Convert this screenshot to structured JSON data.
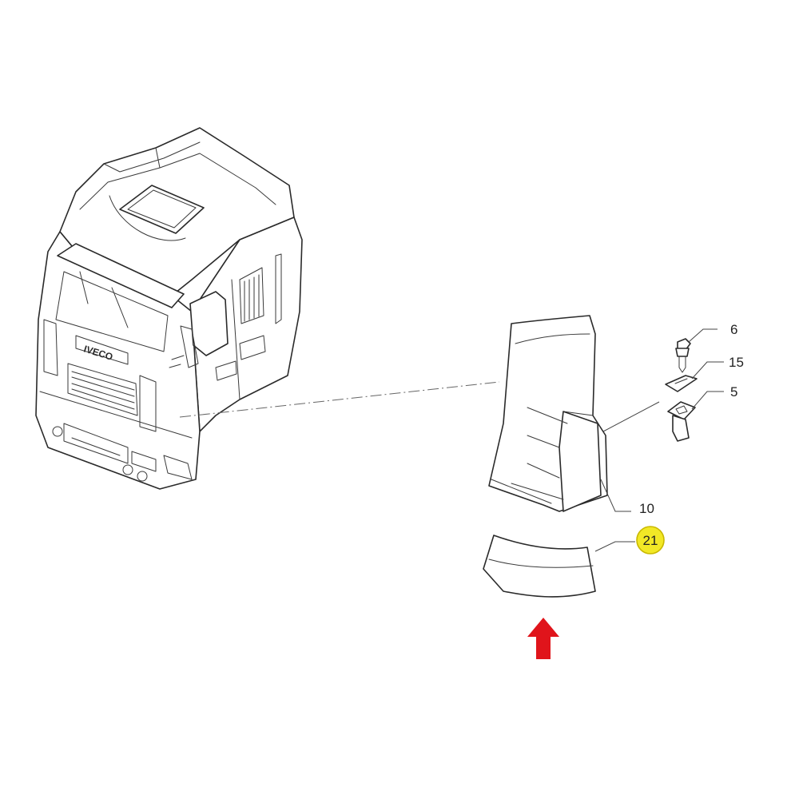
{
  "parts": [
    {
      "id": "6",
      "label": "6",
      "name": "screw"
    },
    {
      "id": "15",
      "label": "15",
      "name": "washer"
    },
    {
      "id": "5",
      "label": "5",
      "name": "clip-nut"
    },
    {
      "id": "10",
      "label": "10",
      "name": "corner-panel"
    },
    {
      "id": "21",
      "label": "21",
      "name": "lower-trim-strip",
      "highlighted": true
    }
  ],
  "truck_brand": "IVECO",
  "colors": {
    "line": "#2a2a2a",
    "highlight_fill": "#f2e826",
    "highlight_stroke": "#c9b800",
    "arrow": "#e0141b",
    "background": "#ffffff"
  }
}
